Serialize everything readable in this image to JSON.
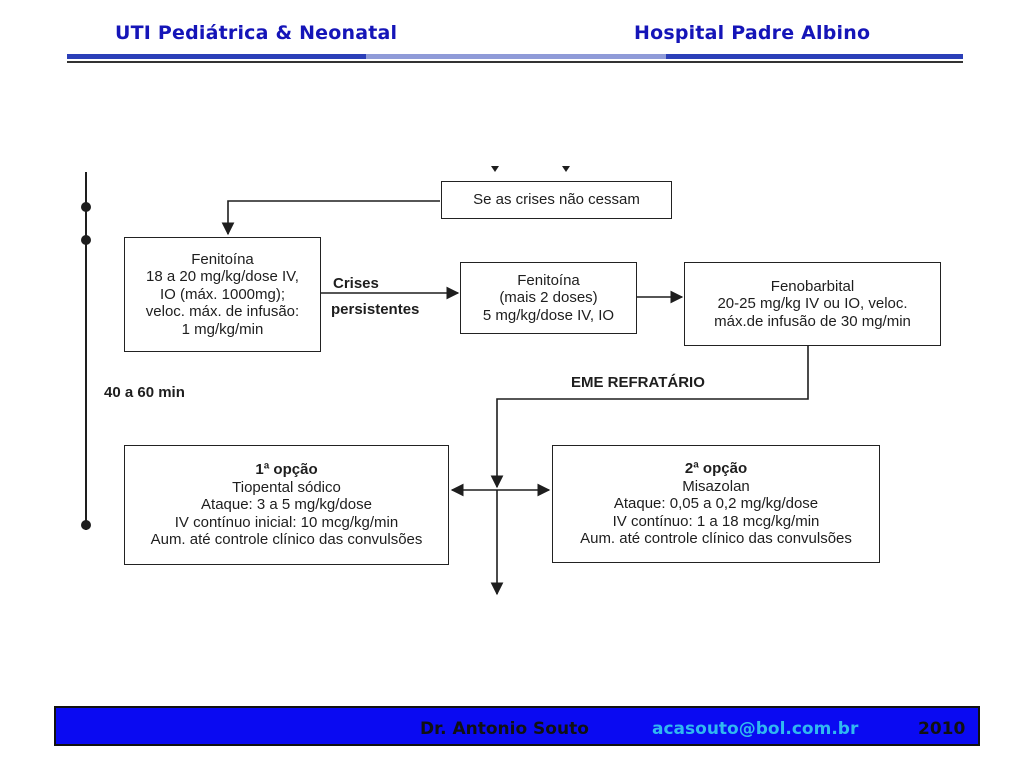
{
  "header": {
    "left_title": "UTI Pediátrica & Neonatal",
    "right_title": "Hospital Padre Albino"
  },
  "diagram": {
    "top_box": "Se as crises não cessam",
    "fenitoina1": [
      "Fenitoína",
      "18 a 20 mg/kg/dose IV,",
      "IO (máx. 1000mg);",
      "veloc. máx. de infusão:",
      "1 mg/kg/min"
    ],
    "crises_label": [
      "Crises",
      "persistentes"
    ],
    "fenitoina2": [
      "Fenitoína",
      "(mais 2 doses)",
      "5 mg/kg/dose IV, IO"
    ],
    "fenobarbital": [
      "Fenobarbital",
      "20-25 mg/kg IV ou IO, veloc.",
      "máx.de infusão de 30 mg/min"
    ],
    "eme_label": "EME REFRATÁRIO",
    "time_label": "40 a 60 min",
    "option1": {
      "title": "1ª opção",
      "lines": [
        "Tiopental sódico",
        "Ataque: 3 a 5 mg/kg/dose",
        "IV contínuo inicial: 10 mcg/kg/min",
        "Aum. até controle clínico das convulsões"
      ]
    },
    "option2": {
      "title": "2ª opção",
      "lines": [
        "Misazolan",
        "Ataque: 0,05 a 0,2 mg/kg/dose",
        "IV contínuo: 1 a 18 mcg/kg/min",
        "Aum. até controle clínico das convulsões"
      ]
    }
  },
  "footer": {
    "author": "Dr. Antonio Souto",
    "email": "acasouto@bol.com.br",
    "year": "2010"
  },
  "colors": {
    "header_text": "#1515b8",
    "footer_bg": "#0a0af2",
    "footer_email": "#30b8f0"
  }
}
